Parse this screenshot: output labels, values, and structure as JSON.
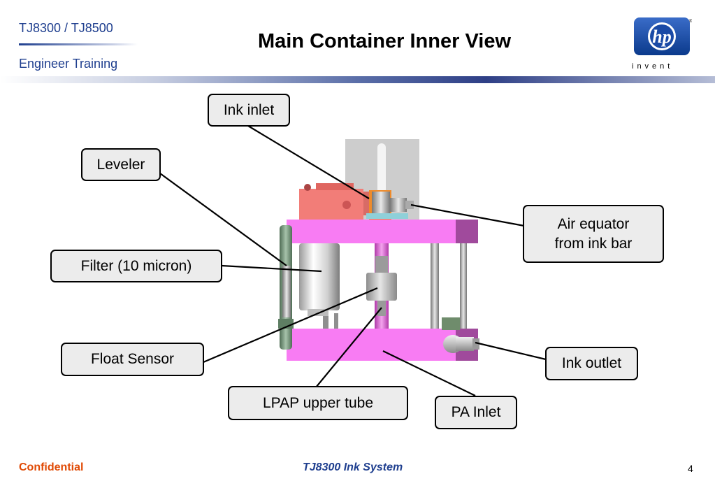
{
  "header": {
    "product": "TJ8300 / TJ8500",
    "subtitle": "Engineer  Training",
    "title": "Main Container Inner View"
  },
  "logo": {
    "mark": "hp",
    "tagline": "invent"
  },
  "callouts": {
    "ink_inlet": "Ink inlet",
    "leveler": "Leveler",
    "air_equator_l1": "Air equator",
    "air_equator_l2": "from ink bar",
    "filter": "Filter (10 micron)",
    "float_sensor": "Float Sensor",
    "ink_outlet": "Ink outlet",
    "lpap": "LPAP upper tube",
    "pa_inlet": "PA Inlet"
  },
  "footer": {
    "confidential": "Confidential",
    "system": "TJ8300 Ink System",
    "page": "4"
  },
  "colors": {
    "brand_blue": "#1f3f8f",
    "confidential_orange": "#e04a05",
    "frame_magenta": "#f87cf3"
  }
}
